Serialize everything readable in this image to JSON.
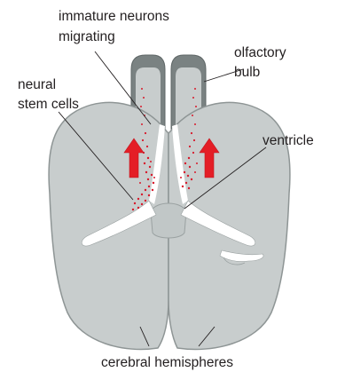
{
  "labels": {
    "immature_line1": "immature neurons",
    "immature_line2": "migrating",
    "olfactory_line1": "olfactory",
    "olfactory_line2": "bulb",
    "neural_line1": "neural",
    "neural_line2": "stem cells",
    "ventricle": "ventricle",
    "hemispheres": "cerebral hemispheres"
  },
  "colors": {
    "tissue_fill": "#c8cdcd",
    "tissue_stroke": "#8e9595",
    "bulb_dark": "#7a8282",
    "ventricle_fill": "#ffffff",
    "cells": "#d7192b",
    "arrow": "#e41e26",
    "leader": "#231f20"
  },
  "icons": {
    "left_arrow": "migration-arrow-up",
    "right_arrow": "migration-arrow-up"
  }
}
